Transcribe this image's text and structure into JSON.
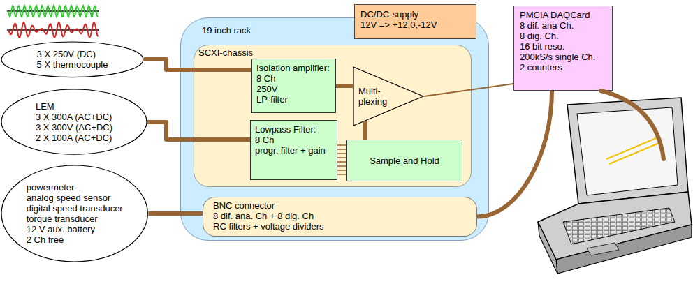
{
  "diagram": {
    "nodes": [
      {
        "text": [
          "3 X 250V (DC)",
          "5 X thermocouple"
        ]
      },
      {
        "text": [
          "LEM",
          "3 X 300A (AC+DC)",
          "3 X 300V (AC+DC)",
          "2 X 100A (AC+DC)"
        ]
      },
      {
        "text": [
          "powermeter",
          "analog speed sensor",
          "digital speed transducer",
          "torque transducer",
          "12 V aux. battery",
          "2 Ch free"
        ]
      },
      {
        "text": [
          "19 inch rack"
        ]
      },
      {
        "text": [
          "DC/DC-supply",
          "12V => +12,0,-12V"
        ]
      },
      {
        "text": [
          "SCXI-chassis"
        ],
        "in": 3
      },
      {
        "text": [
          "Isolation amplifier:",
          "8 Ch",
          "250V",
          "LP-filter"
        ],
        "in": 5
      },
      {
        "text": [
          "Multi- plexing"
        ],
        "in": 5
      },
      {
        "text": [
          "Lowpass Filter:",
          "8 Ch",
          "progr. filter + gain"
        ],
        "in": 5
      },
      {
        "text": [
          "Sample and Hold"
        ],
        "in": 5
      },
      {
        "text": [
          "BNC connector",
          "8 dif. ana. Ch + 8 dig. Ch",
          "RC filters + voltage dividers"
        ],
        "in": 3
      },
      {
        "text": [
          "PMCIA DAQCard",
          "8 dif. ana Ch.",
          "8 dig. Ch.",
          "16 bit reso.",
          "200kS/s single Ch.",
          "2 counters"
        ]
      }
    ],
    "edges": [
      {
        "from": 0,
        "to": 6,
        "arrow": "none"
      },
      {
        "from": 1,
        "to": 8,
        "arrow": "none"
      },
      {
        "from": 2,
        "to": 10,
        "arrow": "none"
      },
      {
        "from": 6,
        "to": 7,
        "arrow": "none"
      },
      {
        "from": 8,
        "to": 9,
        "arrow": "none"
      },
      {
        "from": 9,
        "to": 7,
        "arrow": "none"
      },
      {
        "from": 7,
        "to": 11,
        "arrow": "none"
      },
      {
        "from": 10,
        "to": 11,
        "arrow": "none"
      }
    ]
  }
}
